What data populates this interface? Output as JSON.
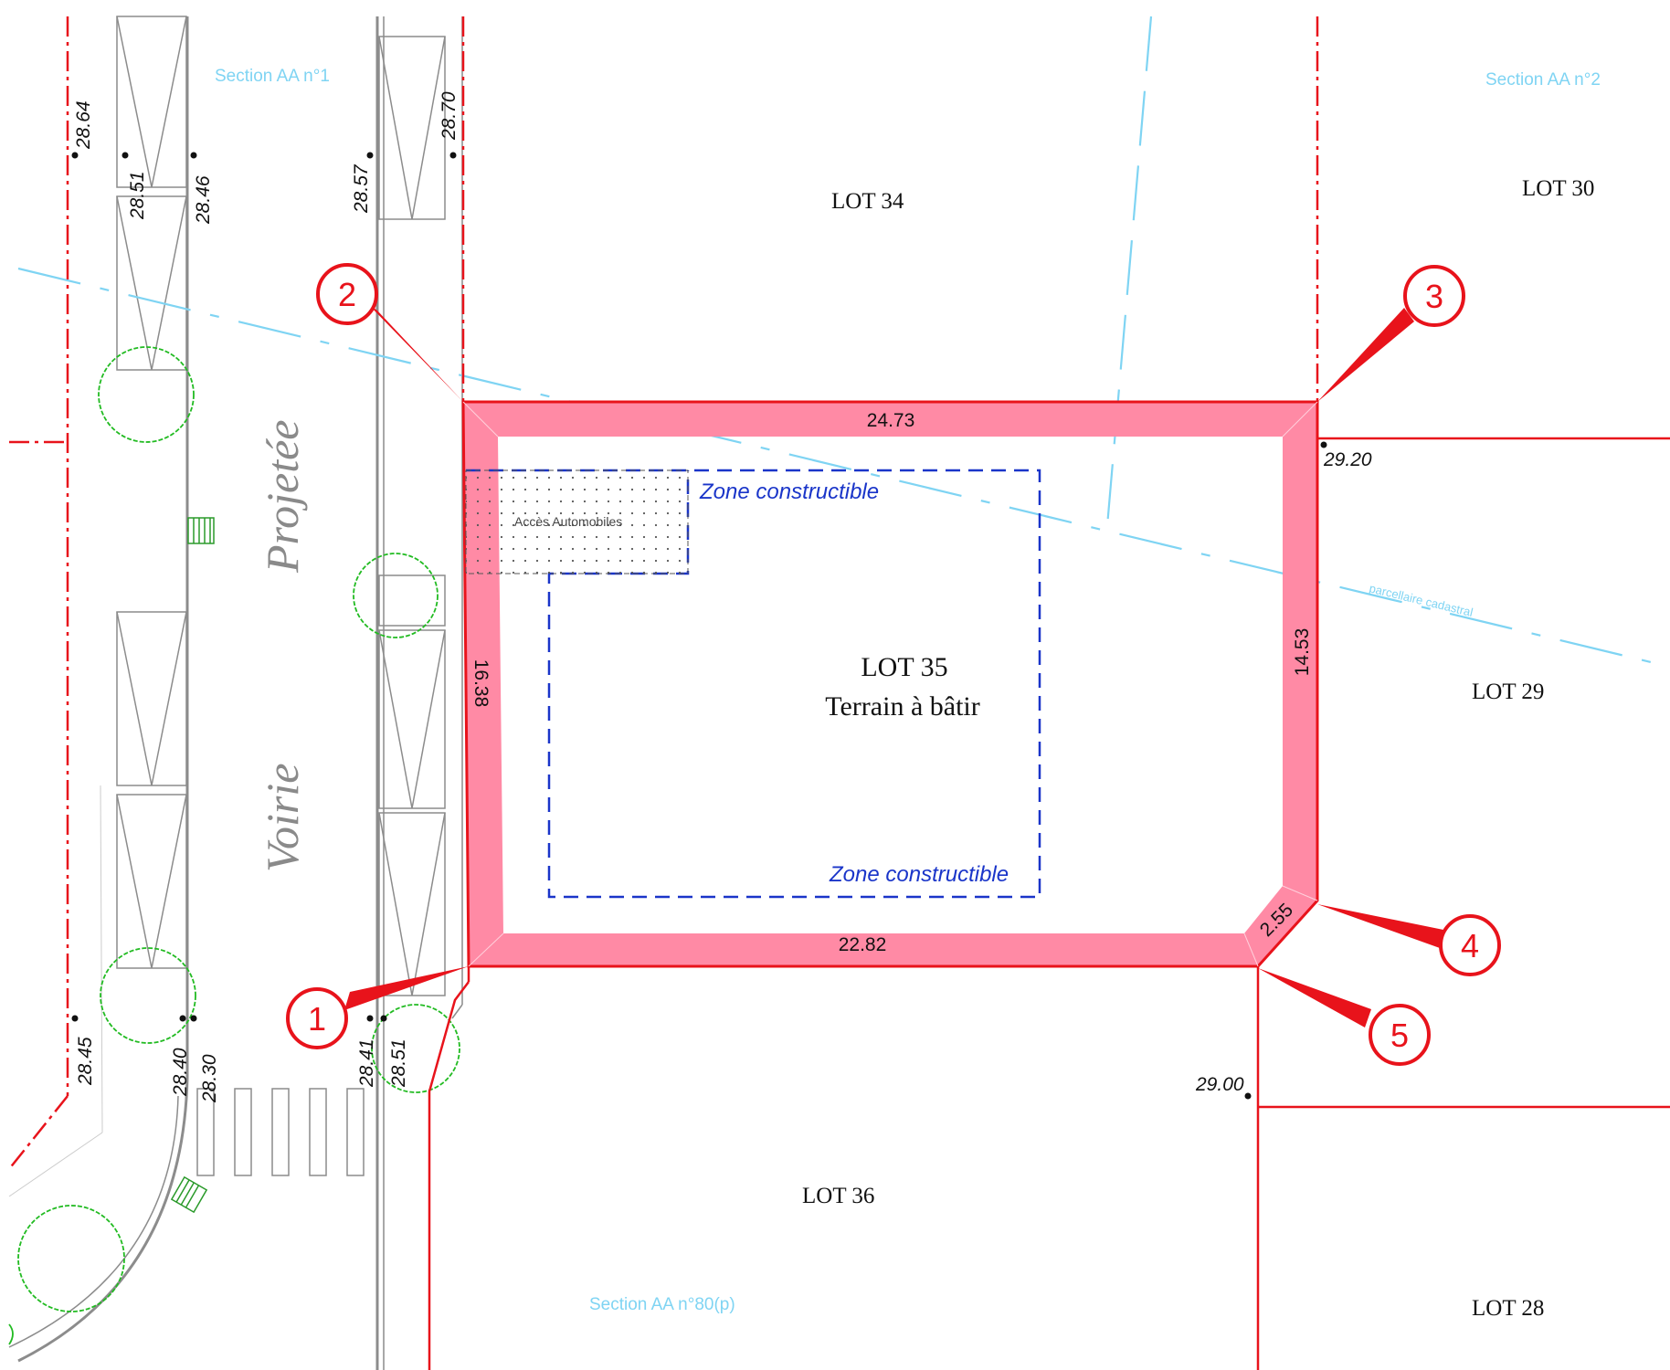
{
  "colors": {
    "property_line": "#e8131b",
    "parcel_fill": "#ff8aa5",
    "cadastral": "#7fd4f3",
    "zone": "#1a35c9",
    "road": "#8c8c8c",
    "tree": "#22bb22",
    "marker": "#e8131b"
  },
  "sections": {
    "aa1": "Section AA n°1",
    "aa2": "Section AA n°2",
    "aa80": "Section AA n°80(p)"
  },
  "cadastral_label": "parcellaire cadastral",
  "road": {
    "word1": "Voirie",
    "word2": "Projetée"
  },
  "lots": {
    "lot34": "LOT 34",
    "lot30": "LOT 30",
    "lot35_line1": "LOT 35",
    "lot35_line2": "Terrain à bâtir",
    "lot29": "LOT 29",
    "lot36": "LOT 36",
    "lot28": "LOT 28"
  },
  "zone_label": "Zone constructible",
  "access_label": "Accès Automobiles",
  "dimensions": {
    "top": "24.73",
    "bottom": "22.82",
    "left": "16.38",
    "right": "14.53",
    "corner": "2.55"
  },
  "altitudes": {
    "a2864": "28.64",
    "a2851_top": "28.51",
    "a2846": "28.46",
    "a2857": "28.57",
    "a2870": "28.70",
    "a2920": "29.20",
    "a2845": "28.45",
    "a2840": "28.40",
    "a2830": "28.30",
    "a2841": "28.41",
    "a2851_bottom": "28.51",
    "a2900": "29.00"
  },
  "markers": {
    "m1": "1",
    "m2": "2",
    "m3": "3",
    "m4": "4",
    "m5": "5"
  }
}
